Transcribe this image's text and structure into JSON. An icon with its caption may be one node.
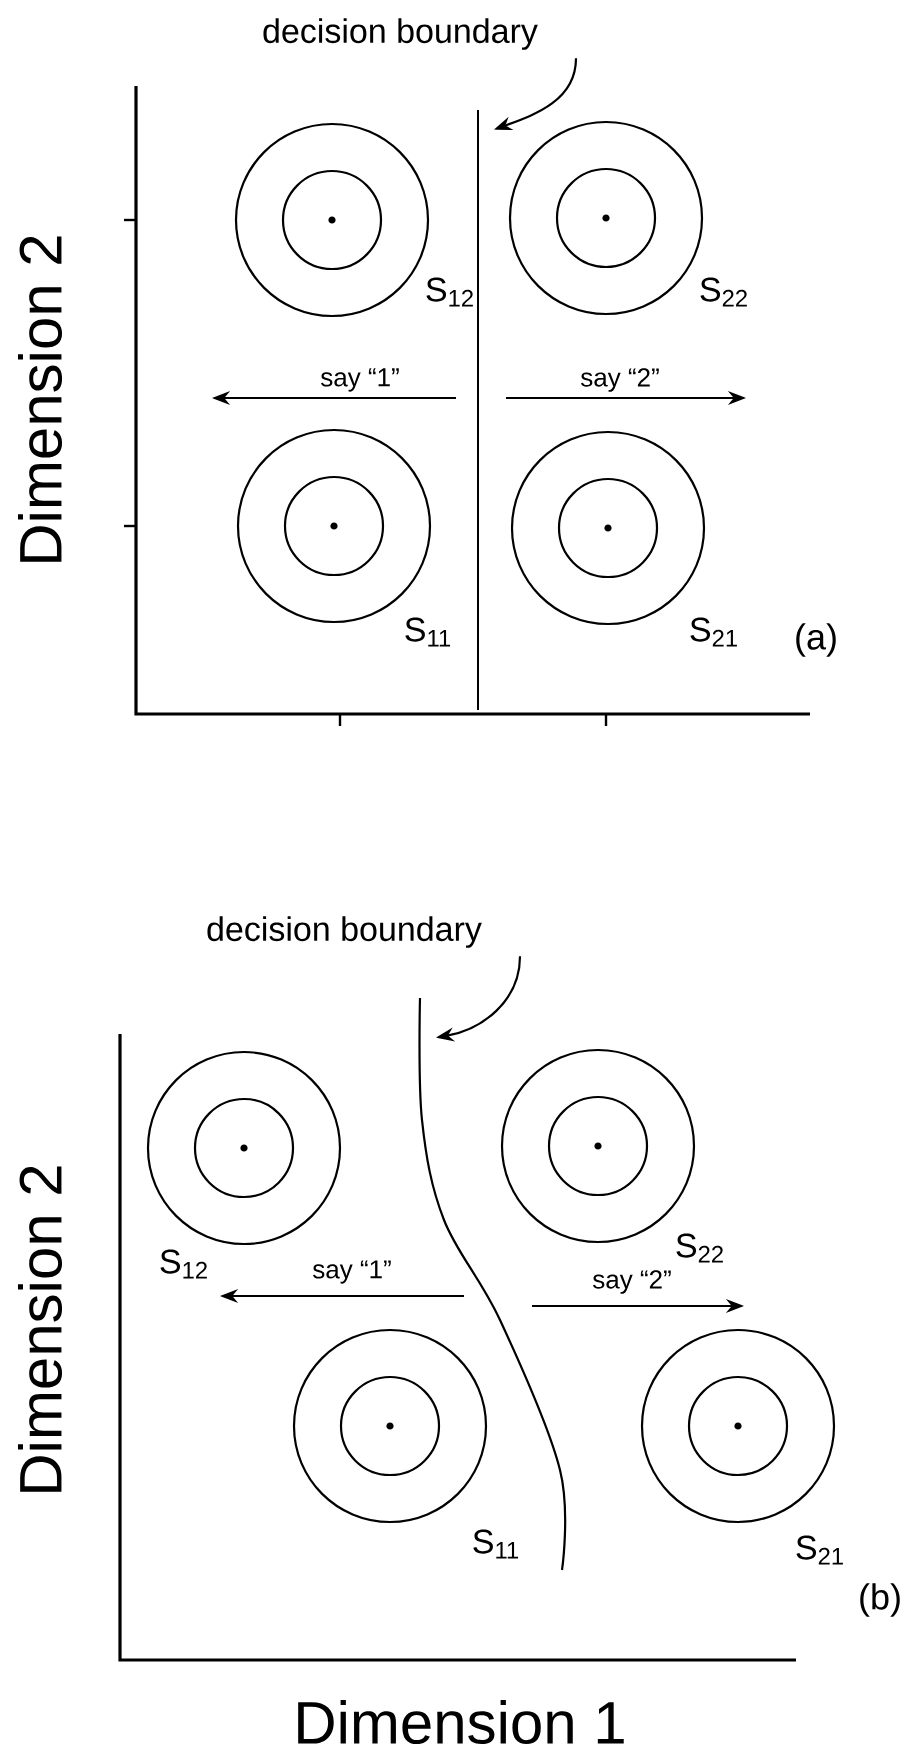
{
  "diagram": {
    "nodes": [
      {
        "text": [
          "decision boundary"
        ]
      },
      {
        "text": [],
        "shape": "line"
      },
      {
        "text": [],
        "shape": "circle",
        "beside": [
          "S$_{12}$"
        ]
      },
      {
        "text": [],
        "shape": "circle",
        "beside": [
          "S$_{22}$"
        ]
      },
      {
        "text": [],
        "shape": "circle",
        "beside": [
          "S$_{11}$"
        ]
      },
      {
        "text": [],
        "shape": "circle",
        "beside": [
          "S$_{21}$"
        ]
      },
      {
        "text": [
          "decision boundary"
        ]
      },
      {
        "text": [],
        "shape": "line"
      },
      {
        "text": [],
        "shape": "circle",
        "beside": [
          "S$_{12}$"
        ]
      },
      {
        "text": [],
        "shape": "circle",
        "beside": [
          "S$_{22}$"
        ]
      },
      {
        "text": [],
        "shape": "circle",
        "beside": [
          "S$_{11}$"
        ]
      },
      {
        "text": [],
        "shape": "circle",
        "beside": [
          "S$_{21}$"
        ]
      }
    ],
    "edges": [
      {
        "from": 0,
        "to": 1,
        "arrow": "to"
      },
      {
        "from": 6,
        "to": 7,
        "arrow": "to"
      }
    ],
    "labels": [
      "Dimension 2",
      "say “1”",
      "say “2”",
      "(a)",
      "Dimension 2",
      "say “1”",
      "say “2”",
      "(b)",
      "Dimension 1"
    ]
  }
}
